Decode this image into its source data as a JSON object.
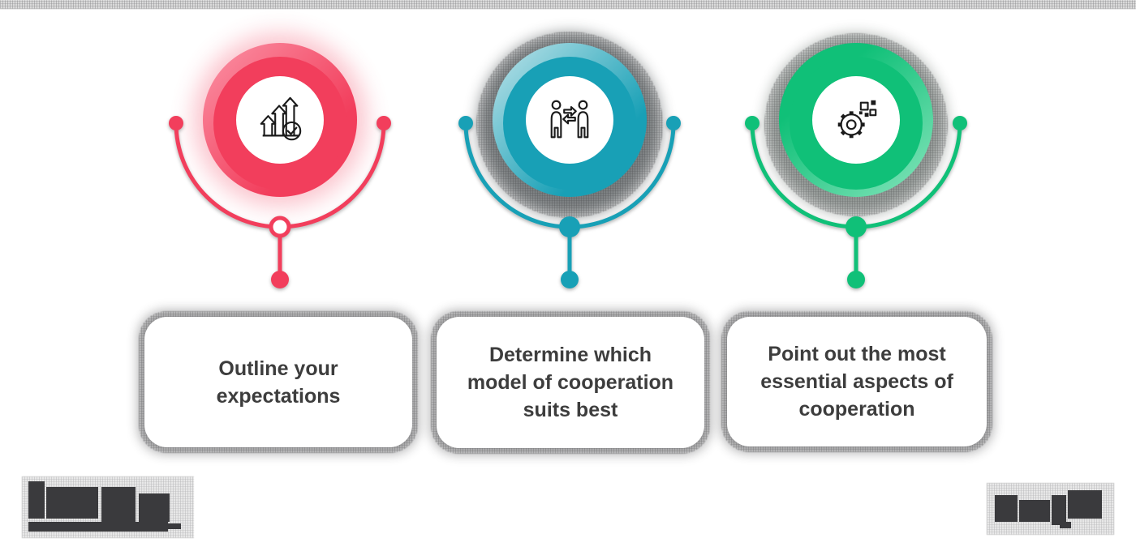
{
  "title": "cooperation-steps-infographic",
  "theme": {
    "background": "#ffffff",
    "text_color": "#3d3d3d",
    "icon_stroke": "#1b1b1b",
    "card_background": "#ffffff",
    "redaction_color": "#3a3a3d"
  },
  "steps": [
    {
      "id": "outline-expectations",
      "icon": "growth-arrows-check-icon",
      "color": "#f23e5c",
      "color_light": "#fb93a6",
      "pendant": "donut",
      "card_text": "Outline your expectations"
    },
    {
      "id": "cooperation-model",
      "icon": "people-exchange-icon",
      "color": "#18a0b6",
      "color_light": "#bfe4ea",
      "pendant": "solid",
      "card_text": "Determine which model of cooperation suits best"
    },
    {
      "id": "essential-aspects",
      "icon": "gear-pixels-icon",
      "color": "#10c078",
      "color_light": "#86e5bc",
      "pendant": "solid",
      "card_text": "Point out the most essential aspects of cooperation"
    }
  ],
  "footer": {
    "left_mark": "redacted-wordmark",
    "right_mark": "redacted-text"
  }
}
